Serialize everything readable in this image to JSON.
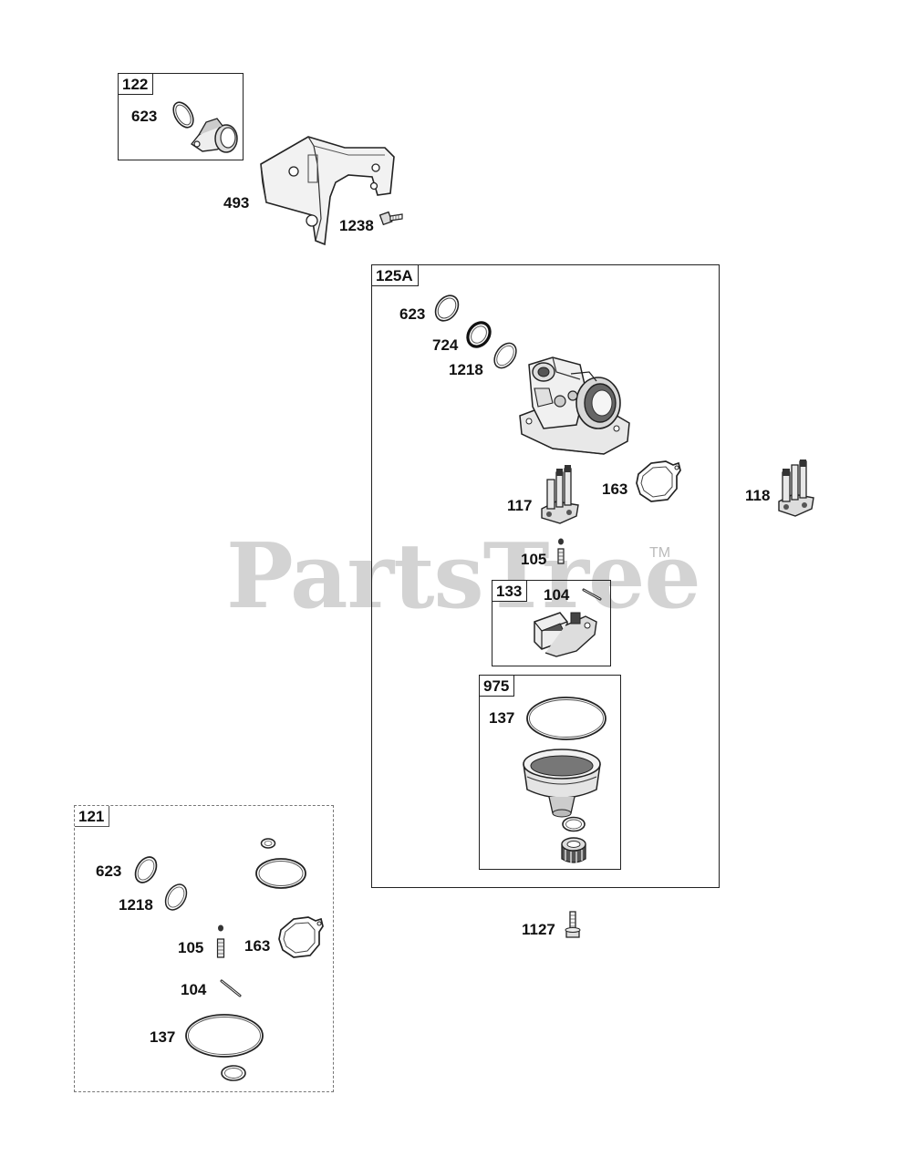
{
  "watermark": {
    "text": "PartsTree",
    "trademark": "TM"
  },
  "kit_122": {
    "tag": "122",
    "part_623": "623"
  },
  "bracket_labels": {
    "part_493": "493",
    "part_1238": "1238"
  },
  "kit_125A": {
    "tag": "125A",
    "part_623": "623",
    "part_724": "724",
    "part_1218": "1218",
    "part_117": "117",
    "part_163": "163",
    "part_105": "105",
    "kit_133": {
      "tag": "133",
      "part_104": "104"
    },
    "kit_975": {
      "tag": "975",
      "part_137": "137"
    }
  },
  "loose_parts": {
    "part_118": "118",
    "part_1127": "1127"
  },
  "kit_121": {
    "tag": "121",
    "part_623": "623",
    "part_1218": "1218",
    "part_105": "105",
    "part_163": "163",
    "part_104": "104",
    "part_137": "137"
  }
}
